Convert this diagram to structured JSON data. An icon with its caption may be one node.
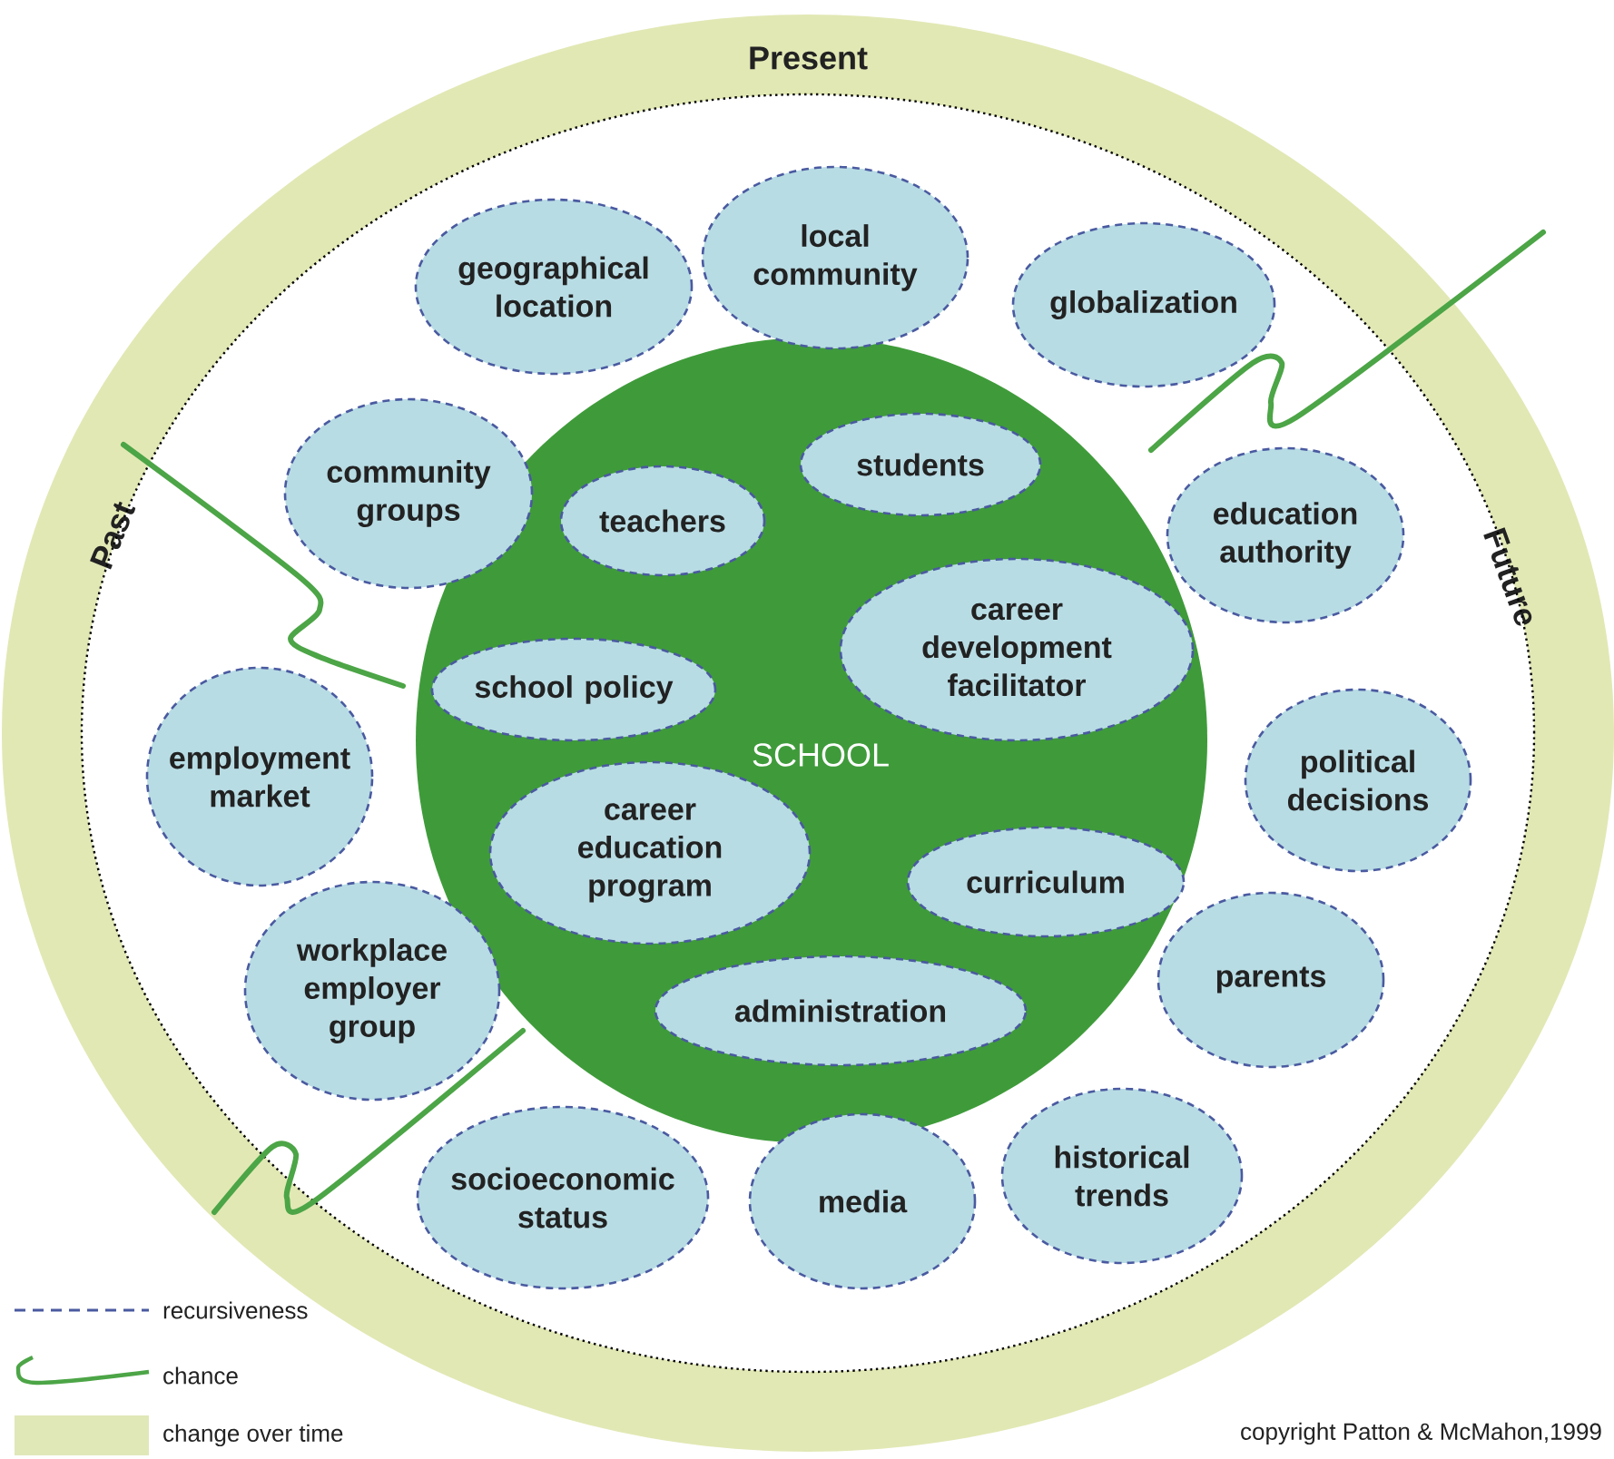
{
  "diagram": {
    "nodes": [
      {
        "text": [
          "Present",
          "Past",
          "Future"
        ]
      },
      {
        "text": [
          "SCHOOL"
        ],
        "in": 0
      },
      {
        "text": [
          "local community"
        ],
        "in": 0
      },
      {
        "text": [
          "geographical location"
        ],
        "in": 0
      },
      {
        "text": [
          "globalization"
        ],
        "in": 0
      },
      {
        "text": [
          "students"
        ],
        "in": 1
      },
      {
        "text": [
          "community groups"
        ],
        "in": 0
      },
      {
        "text": [
          "teachers"
        ],
        "in": 1
      },
      {
        "text": [
          "education authority"
        ],
        "in": 0
      },
      {
        "text": [
          "career development facilitator"
        ],
        "in": 1
      },
      {
        "text": [
          "school policy"
        ],
        "in": 1
      },
      {
        "text": [
          "employment market"
        ],
        "in": 0
      },
      {
        "text": [
          "political decisions"
        ],
        "in": 0
      },
      {
        "text": [
          "career education program"
        ],
        "in": 1
      },
      {
        "text": [
          "curriculum"
        ],
        "in": 1
      },
      {
        "text": [
          "workplace employer group"
        ],
        "in": 0
      },
      {
        "text": [
          "parents"
        ],
        "in": 0
      },
      {
        "text": [
          "administration"
        ],
        "in": 1
      },
      {
        "text": [
          "historical trends"
        ],
        "in": 0
      },
      {
        "text": [
          "socioeconomic status"
        ],
        "in": 0
      },
      {
        "text": [
          "media"
        ],
        "in": 0
      }
    ],
    "labels": [
      "copyright Patton & McMahon,1999"
    ],
    "legend": [
      {
        "text": "recursiveness"
      },
      {
        "text": "chance"
      },
      {
        "text": "change over time",
        "color": "#e0e8b8"
      }
    ]
  }
}
